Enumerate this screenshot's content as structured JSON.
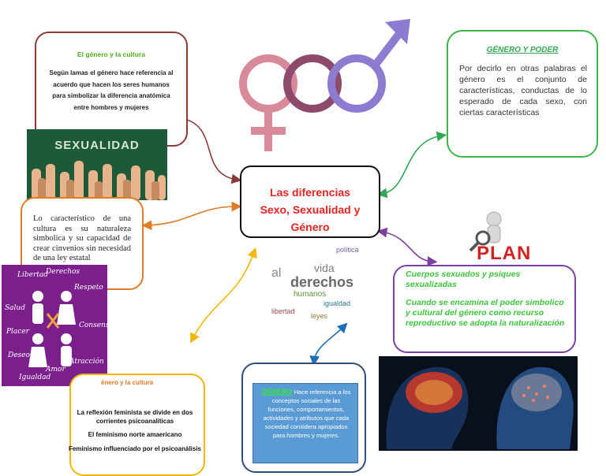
{
  "central": {
    "title_line1": "Las diferencias",
    "title_line2": "Sexo, Sexualidad y",
    "title_line3": "Género"
  },
  "genero_cultura": {
    "title": "El género y la cultura",
    "body": "Según lamas el género hace referencia al acuerdo que hacen los seres humanos para simbolizar la diferencia anatómica entre hombres y mujeres"
  },
  "genero_poder": {
    "title": "GÉNERO Y PODER",
    "body": "Por decirlo en otras palabras el género es el conjunto de características, conductas de lo esperado de cada sexo, con ciertas características"
  },
  "caracteristico": {
    "body": "Lo característico de una cultura es su naturaleza simbolica y su capacidad de crear cinvenios sin necesidad de una ley estatal"
  },
  "cuerpos": {
    "line1": "Cuerpos sexuados y psiques sexualizadas",
    "line2": "Cuando se encamina el poder simbolico y cultural del género como recurso reproductivo se adopta la naturalización"
  },
  "feminismo": {
    "heading": "énero y la cultura",
    "p1": "La reflexión feminista se divide en dos corrientes psicoanalíticas",
    "p2": "El feminismo norte amaericano",
    "p3": "Feminismo influenciado por el psicoanálisis"
  },
  "genero_def": {
    "label": "GÉNERO",
    "body": "Hace referencia a los conceptos sociales de las funciones, comportamientos, actividades y atributos que cada sociedad considera apropiados para hombres y mujeres."
  },
  "images": {
    "sexualidad_word": "SEXUALIDAD",
    "plan_word": "PLAN",
    "derechos_words": [
      "Libertad",
      "Derechos",
      "Respeto",
      "Salud",
      "Placer",
      "Consenso",
      "Deseo",
      "Amor",
      "Atracción",
      "Igualdad"
    ],
    "cloud_words": [
      "derechos",
      "vida",
      "humanos",
      "libertad",
      "al",
      "igualdad",
      "política",
      "leyes"
    ]
  },
  "colors": {
    "central_text": "#E52323",
    "green_title": "#4CAF1E",
    "poder_border": "#3CB54A",
    "brown_border": "#8B3A3A",
    "orange_border": "#E07B24",
    "purple_border": "#7B3FA0",
    "yellow_border": "#F2B705",
    "navy_border": "#2F4C7A",
    "female_symbol": "#D98A9A",
    "male_symbol": "#8C7BD1"
  }
}
